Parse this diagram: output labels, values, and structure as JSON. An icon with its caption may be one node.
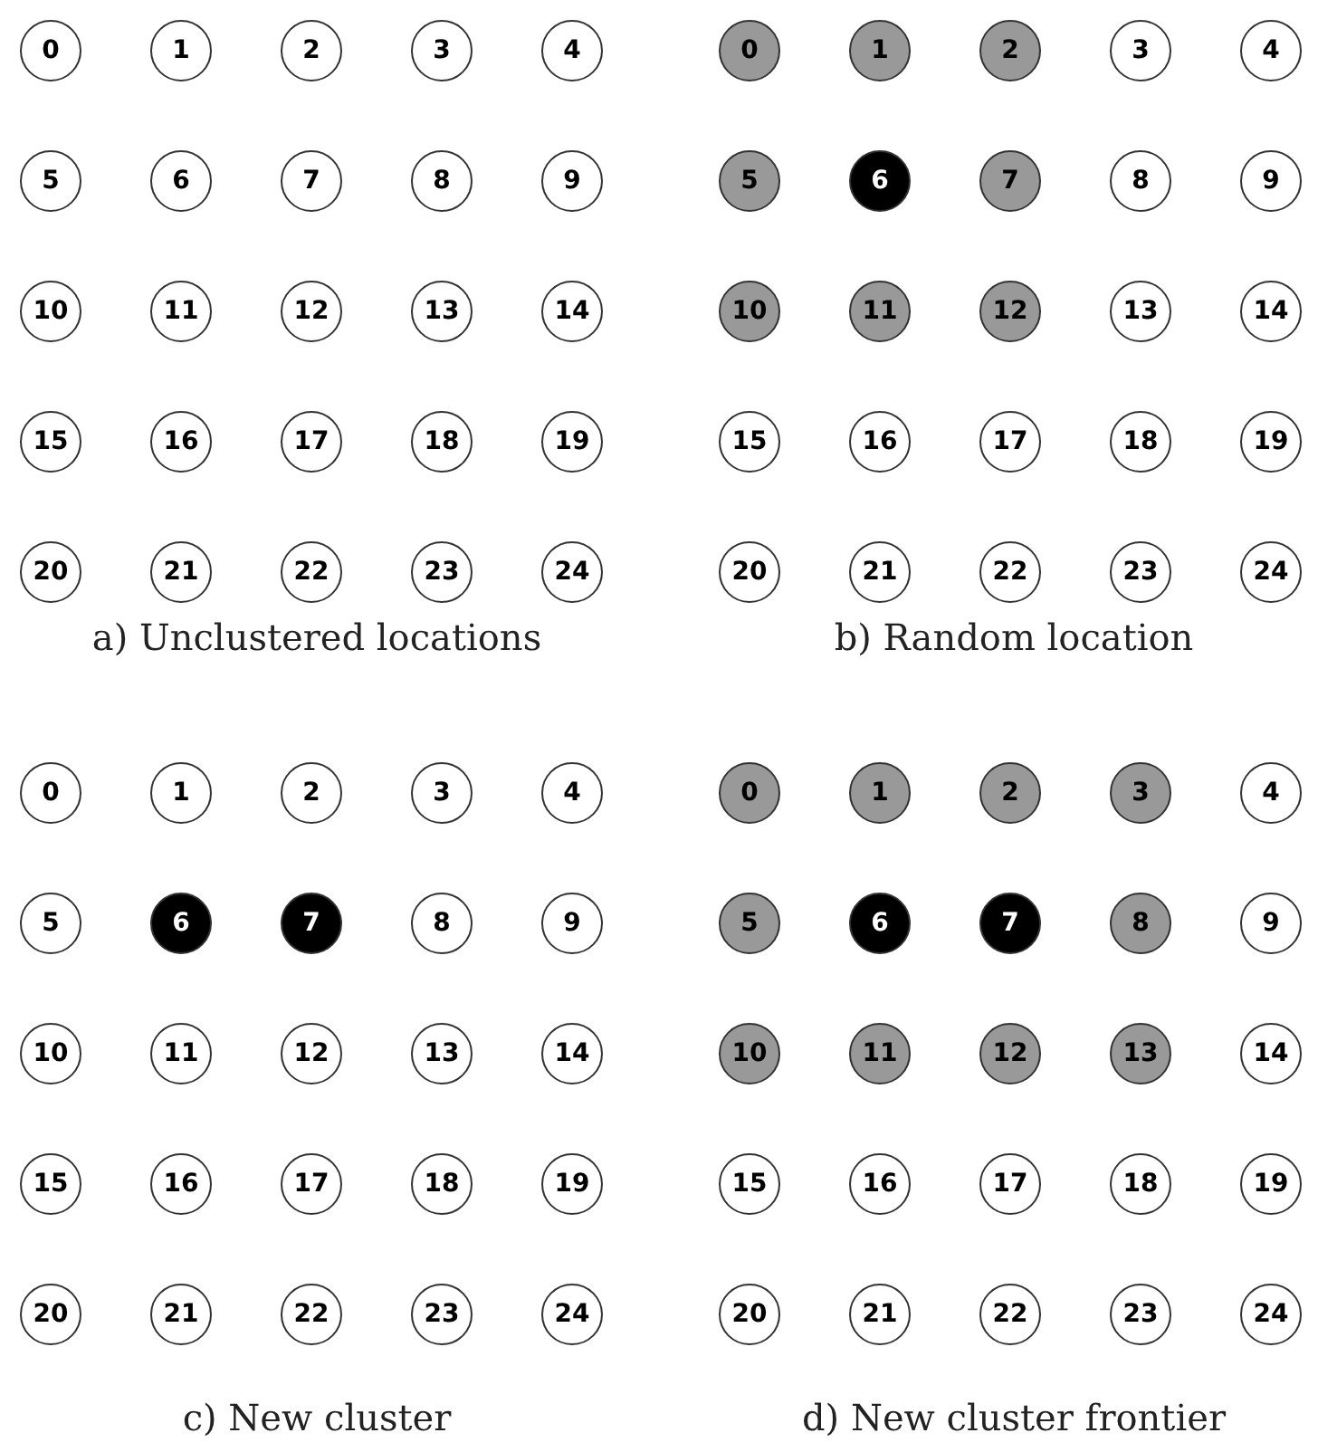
{
  "diagram": {
    "nodes": [
      {
        "text": [
          "0"
        ]
      },
      {
        "text": [
          "1"
        ]
      },
      {
        "text": [
          "2"
        ]
      },
      {
        "text": [
          "3"
        ]
      },
      {
        "text": [
          "4"
        ]
      },
      {
        "text": [
          "5"
        ]
      },
      {
        "text": [
          "6"
        ]
      },
      {
        "text": [
          "7"
        ]
      },
      {
        "text": [
          "8"
        ]
      },
      {
        "text": [
          "9"
        ]
      },
      {
        "text": [
          "10"
        ]
      },
      {
        "text": [
          "11"
        ]
      },
      {
        "text": [
          "12"
        ]
      },
      {
        "text": [
          "13"
        ]
      },
      {
        "text": [
          "14"
        ]
      },
      {
        "text": [
          "15"
        ]
      },
      {
        "text": [
          "16"
        ]
      },
      {
        "text": [
          "17"
        ]
      },
      {
        "text": [
          "18"
        ]
      },
      {
        "text": [
          "19"
        ]
      },
      {
        "text": [
          "20"
        ]
      },
      {
        "text": [
          "21"
        ]
      },
      {
        "text": [
          "22"
        ]
      },
      {
        "text": [
          "23"
        ]
      },
      {
        "text": [
          "24"
        ]
      },
      {
        "text": [
          "0"
        ]
      },
      {
        "text": [
          "1"
        ]
      },
      {
        "text": [
          "2"
        ]
      },
      {
        "text": [
          "3"
        ]
      },
      {
        "text": [
          "4"
        ]
      },
      {
        "text": [
          "5"
        ]
      },
      {
        "text": [
          "6"
        ]
      },
      {
        "text": [
          "7"
        ]
      },
      {
        "text": [
          "8"
        ]
      },
      {
        "text": [
          "9"
        ]
      },
      {
        "text": [
          "10"
        ]
      },
      {
        "text": [
          "11"
        ]
      },
      {
        "text": [
          "12"
        ]
      },
      {
        "text": [
          "13"
        ]
      },
      {
        "text": [
          "14"
        ]
      },
      {
        "text": [
          "15"
        ]
      },
      {
        "text": [
          "16"
        ]
      },
      {
        "text": [
          "17"
        ]
      },
      {
        "text": [
          "18"
        ]
      },
      {
        "text": [
          "19"
        ]
      },
      {
        "text": [
          "20"
        ]
      },
      {
        "text": [
          "21"
        ]
      },
      {
        "text": [
          "22"
        ]
      },
      {
        "text": [
          "23"
        ]
      },
      {
        "text": [
          "24"
        ]
      },
      {
        "text": [
          "0"
        ]
      },
      {
        "text": [
          "1"
        ]
      },
      {
        "text": [
          "2"
        ]
      },
      {
        "text": [
          "3"
        ]
      },
      {
        "text": [
          "4"
        ]
      },
      {
        "text": [
          "5"
        ]
      },
      {
        "text": [
          "6"
        ]
      },
      {
        "text": [
          "7"
        ]
      },
      {
        "text": [
          "8"
        ]
      },
      {
        "text": [
          "9"
        ]
      },
      {
        "text": [
          "10"
        ]
      },
      {
        "text": [
          "11"
        ]
      },
      {
        "text": [
          "12"
        ]
      },
      {
        "text": [
          "13"
        ]
      },
      {
        "text": [
          "14"
        ]
      },
      {
        "text": [
          "15"
        ]
      },
      {
        "text": [
          "16"
        ]
      },
      {
        "text": [
          "17"
        ]
      },
      {
        "text": [
          "18"
        ]
      },
      {
        "text": [
          "19"
        ]
      },
      {
        "text": [
          "20"
        ]
      },
      {
        "text": [
          "21"
        ]
      },
      {
        "text": [
          "22"
        ]
      },
      {
        "text": [
          "23"
        ]
      },
      {
        "text": [
          "24"
        ]
      },
      {
        "text": [
          "0"
        ]
      },
      {
        "text": [
          "1"
        ]
      },
      {
        "text": [
          "2"
        ]
      },
      {
        "text": [
          "3"
        ]
      },
      {
        "text": [
          "4"
        ]
      },
      {
        "text": [
          "5"
        ]
      },
      {
        "text": [
          "6"
        ]
      },
      {
        "text": [
          "7"
        ]
      },
      {
        "text": [
          "8"
        ]
      },
      {
        "text": [
          "9"
        ]
      },
      {
        "text": [
          "10"
        ]
      },
      {
        "text": [
          "11"
        ]
      },
      {
        "text": [
          "12"
        ]
      },
      {
        "text": [
          "13"
        ]
      },
      {
        "text": [
          "14"
        ]
      },
      {
        "text": [
          "15"
        ]
      },
      {
        "text": [
          "16"
        ]
      },
      {
        "text": [
          "17"
        ]
      },
      {
        "text": [
          "18"
        ]
      },
      {
        "text": [
          "19"
        ]
      },
      {
        "text": [
          "20"
        ]
      },
      {
        "text": [
          "21"
        ]
      },
      {
        "text": [
          "22"
        ]
      },
      {
        "text": [
          "23"
        ]
      },
      {
        "text": [
          "24"
        ]
      }
    ],
    "labels": [
      "a) Unclustered locations",
      "b) Random location",
      "c) New cluster",
      "d) New cluster frontier"
    ]
  }
}
